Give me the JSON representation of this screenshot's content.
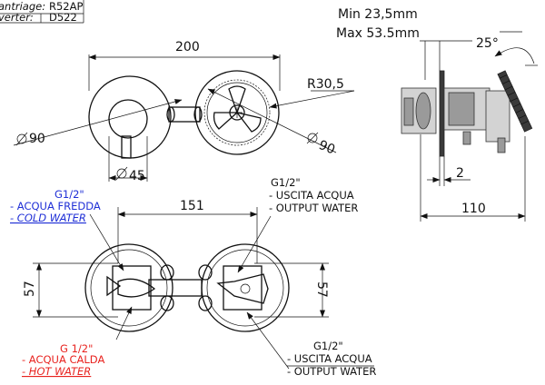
{
  "header": {
    "row1_label": "antriage:",
    "row1_value": "R52AP",
    "row2_label": "verter:",
    "row2_value": "D522"
  },
  "dimensions": {
    "top_width": "200",
    "radius": "R30,5",
    "diameter_left": "90",
    "diameter_right": "90",
    "diameter_handle": "45",
    "min_depth": "Min 23,5mm",
    "max_depth": "Max 53.5mm",
    "angle": "25°",
    "plate_thickness": "2",
    "side_depth": "110",
    "bottom_width": "151",
    "height_left": "57",
    "height_right": "57"
  },
  "labels": {
    "cold": {
      "thread": "G1/2\"",
      "line1": "- ACQUA FREDDA",
      "line2": "- COLD WATER",
      "color": "#1f2fd6"
    },
    "outlet_top": {
      "thread": "G1/2\"",
      "line1": "- USCITA ACQUA",
      "line2": "- OUTPUT WATER"
    },
    "hot": {
      "thread": "G 1/2\"",
      "line1": "- ACQUA CALDA",
      "line2": "- HOT WATER",
      "color": "#e8231f"
    },
    "outlet_bottom": {
      "thread": "G1/2\"",
      "line1": "- USCITA ACQUA",
      "line2": "- OUTPUT WATER"
    }
  }
}
